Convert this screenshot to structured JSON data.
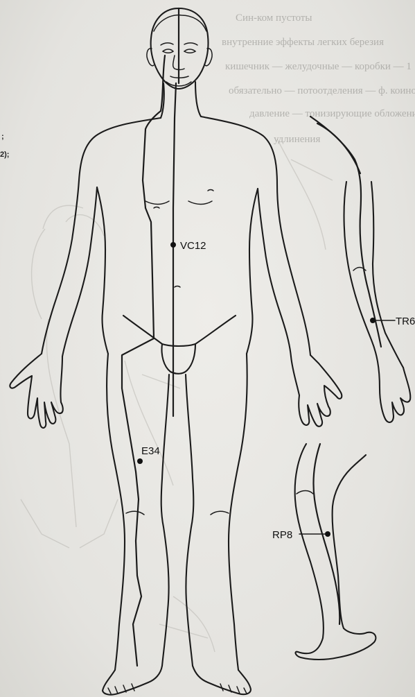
{
  "edge_text": [
    ";",
    "2);"
  ],
  "background_text": [
    "Син-ком пустоты",
    "внутренние эффекты легких березия",
    "кишечник — желудочные — коробки — 1",
    "обязательно — потоотделения — ф. коинор",
    "давление — тонизирующие обложения",
    "удлинения"
  ],
  "points": [
    {
      "id": "VC12",
      "label": "VC12"
    },
    {
      "id": "TR6",
      "label": "TR6"
    },
    {
      "id": "E34",
      "label": "E34"
    },
    {
      "id": "RP8",
      "label": "RP8"
    }
  ]
}
